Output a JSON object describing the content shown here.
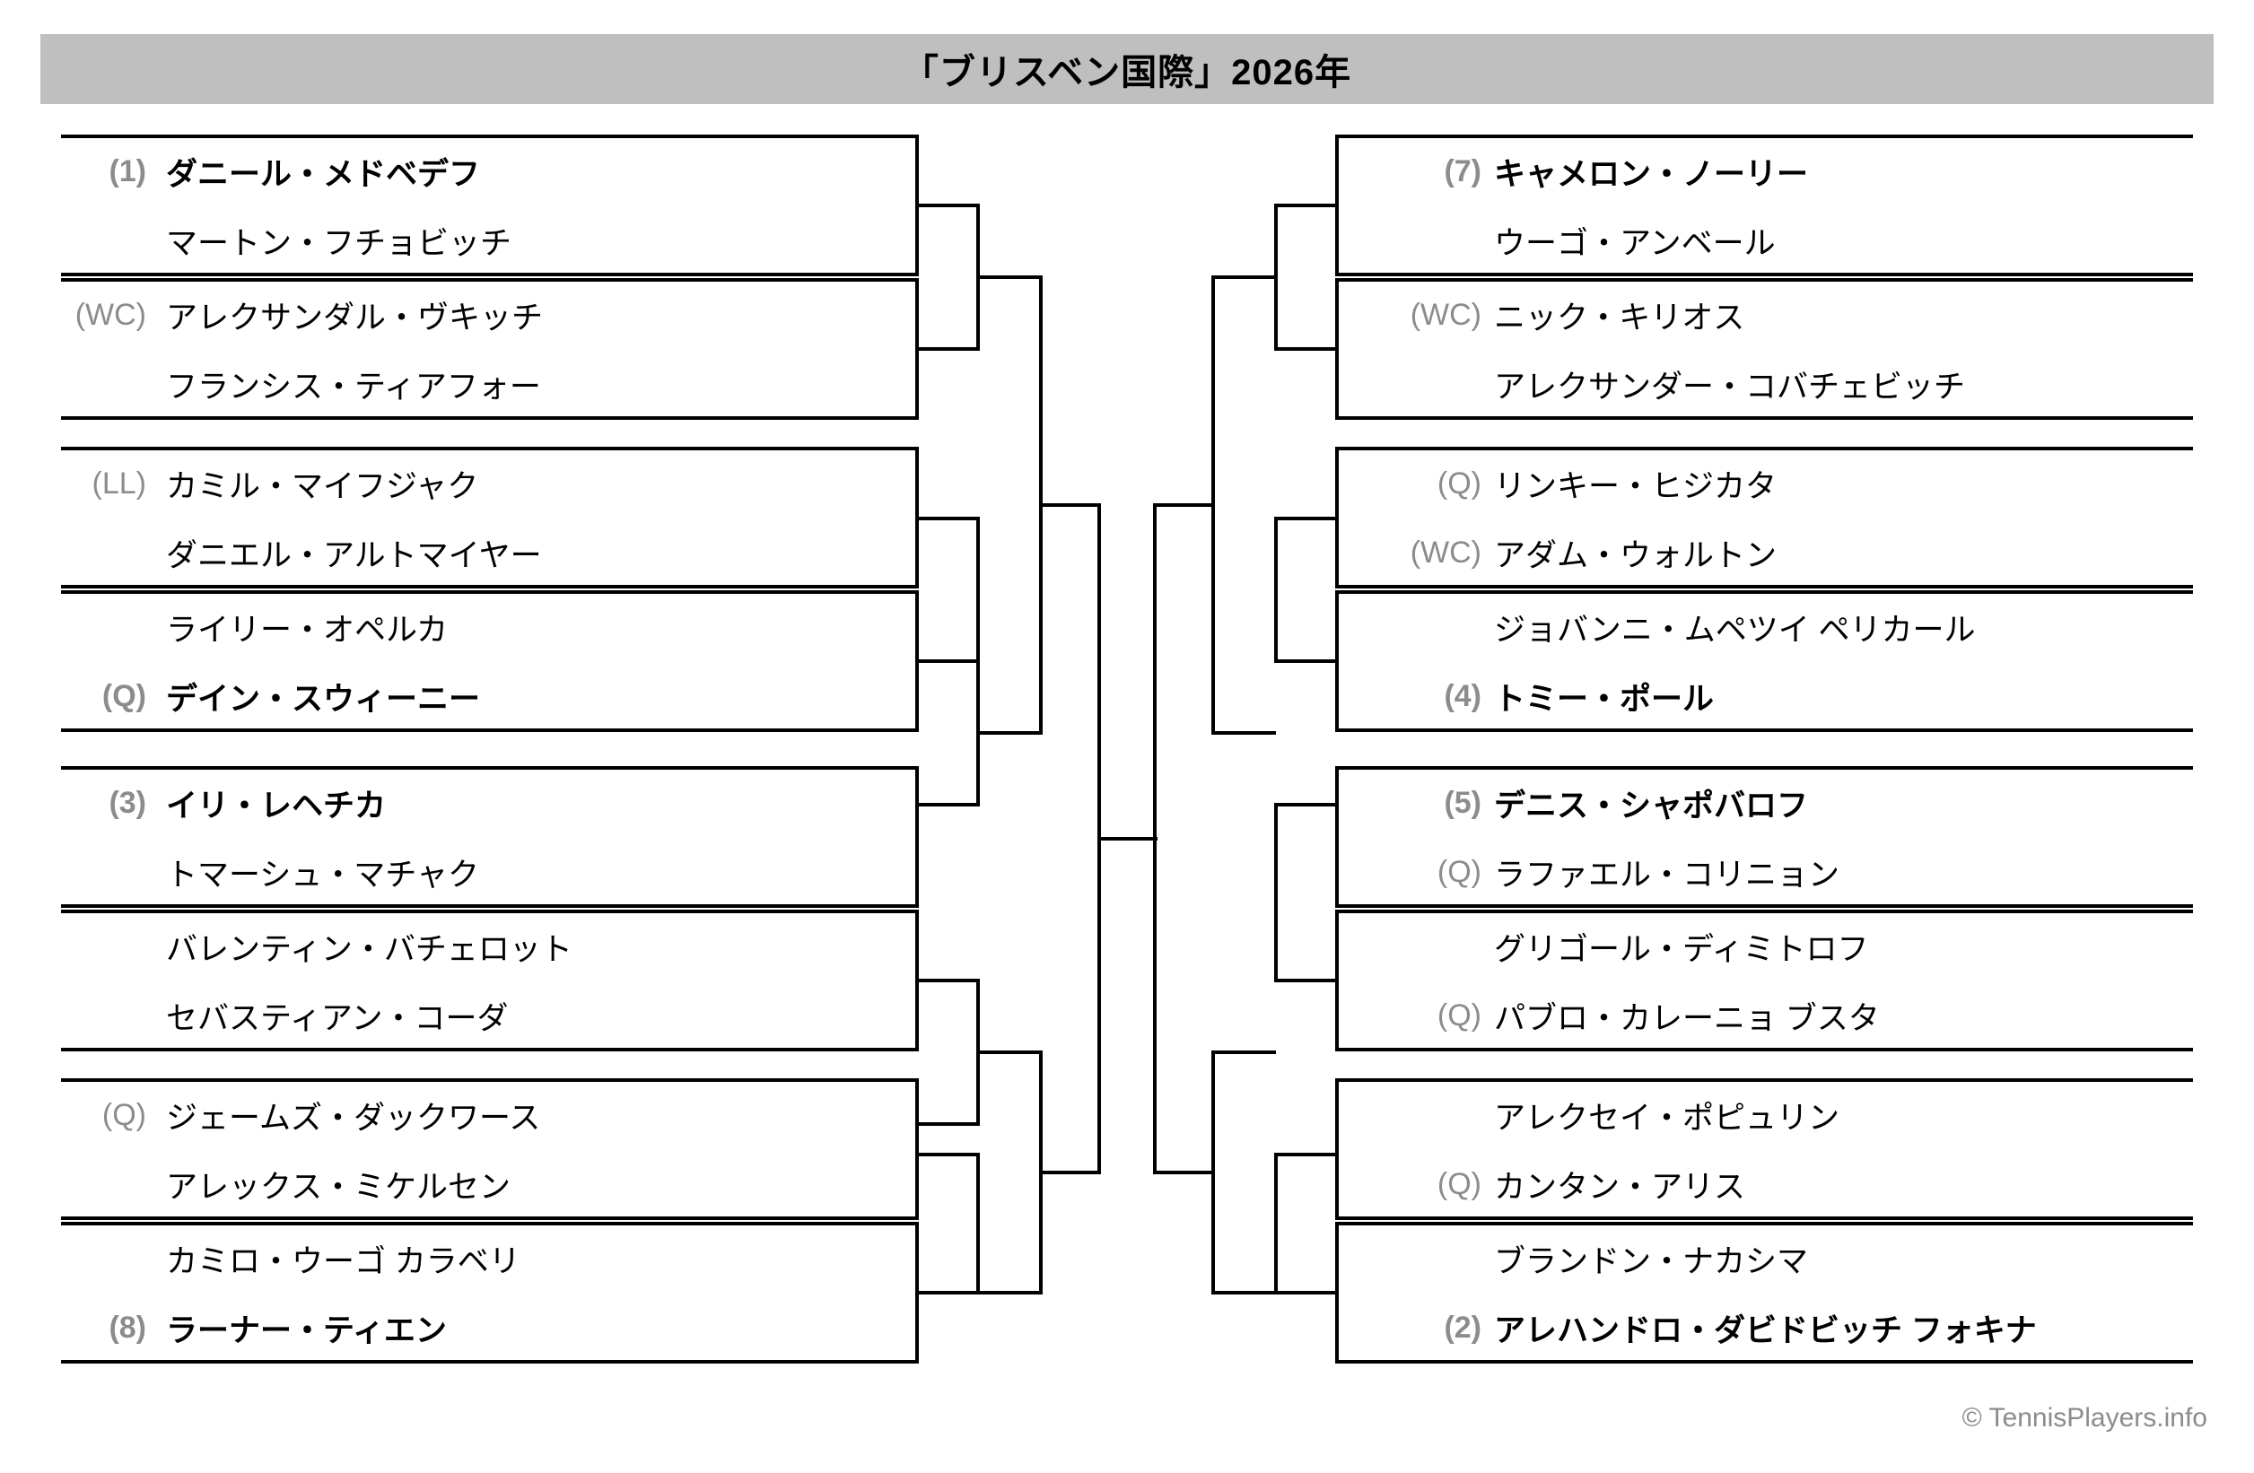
{
  "title": "「ブリスベン国際」2026年",
  "footer": "© TennisPlayers.info",
  "colors": {
    "title_bar": "#bfbfbf",
    "seed_text": "#8c8c8c",
    "line": "#000000",
    "player_text": "#000000"
  },
  "bracket": {
    "left": [
      {
        "seed": "(1)",
        "name": "ダニール・メドベデフ",
        "bold": true
      },
      {
        "seed": "",
        "name": "マートン・フチョビッチ",
        "bold": false
      },
      {
        "seed": "(WC)",
        "name": "アレクサンダル・ヴキッチ",
        "bold": false
      },
      {
        "seed": "",
        "name": "フランシス・ティアフォー",
        "bold": false
      },
      {
        "seed": "(LL)",
        "name": "カミル・マイフジャク",
        "bold": false
      },
      {
        "seed": "",
        "name": "ダニエル・アルトマイヤー",
        "bold": false
      },
      {
        "seed": "",
        "name": "ライリー・オペルカ",
        "bold": false
      },
      {
        "seed": "(Q)",
        "name": "デイン・スウィーニー",
        "bold": true
      },
      {
        "seed": "(3)",
        "name": "イリ・レヘチカ",
        "bold": true
      },
      {
        "seed": "",
        "name": "トマーシュ・マチャク",
        "bold": false
      },
      {
        "seed": "",
        "name": "バレンティン・バチェロット",
        "bold": false
      },
      {
        "seed": "",
        "name": "セバスティアン・コーダ",
        "bold": false
      },
      {
        "seed": "(Q)",
        "name": "ジェームズ・ダックワース",
        "bold": false
      },
      {
        "seed": "",
        "name": "アレックス・ミケルセン",
        "bold": false
      },
      {
        "seed": "",
        "name": "カミロ・ウーゴ カラベリ",
        "bold": false
      },
      {
        "seed": "(8)",
        "name": "ラーナー・ティエン",
        "bold": true
      }
    ],
    "right": [
      {
        "seed": "(7)",
        "name": "キャメロン・ノーリー",
        "bold": true
      },
      {
        "seed": "",
        "name": "ウーゴ・アンベール",
        "bold": false
      },
      {
        "seed": "(WC)",
        "name": "ニック・キリオス",
        "bold": false
      },
      {
        "seed": "",
        "name": "アレクサンダー・コバチェビッチ",
        "bold": false
      },
      {
        "seed": "(Q)",
        "name": "リンキー・ヒジカタ",
        "bold": false
      },
      {
        "seed": "(WC)",
        "name": "アダム・ウォルトン",
        "bold": false
      },
      {
        "seed": "",
        "name": "ジョバンニ・ムペツイ ペリカール",
        "bold": false
      },
      {
        "seed": "(4)",
        "name": "トミー・ポール",
        "bold": true
      },
      {
        "seed": "(5)",
        "name": "デニス・シャポバロフ",
        "bold": true
      },
      {
        "seed": "(Q)",
        "name": "ラファエル・コリニョン",
        "bold": false
      },
      {
        "seed": "",
        "name": "グリゴール・ディミトロフ",
        "bold": false
      },
      {
        "seed": "(Q)",
        "name": "パブロ・カレーニョ ブスタ",
        "bold": false
      },
      {
        "seed": "",
        "name": "アレクセイ・ポピュリン",
        "bold": false
      },
      {
        "seed": "(Q)",
        "name": "カンタン・アリス",
        "bold": false
      },
      {
        "seed": "",
        "name": "ブランドン・ナカシマ",
        "bold": false
      },
      {
        "seed": "(2)",
        "name": "アレハンドロ・ダビドビッチ フォキナ",
        "bold": true
      }
    ]
  }
}
